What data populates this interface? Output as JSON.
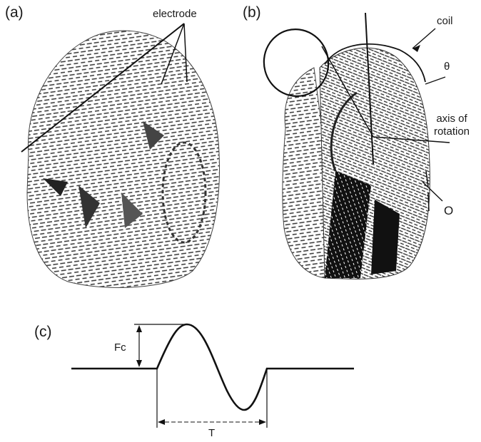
{
  "figure": {
    "panels": {
      "a": {
        "label": "(a)",
        "electrode_label": "electrode"
      },
      "b": {
        "label": "(b)",
        "coil_label": "coil",
        "theta_label": "θ",
        "axis_label": "axis of rotation",
        "origin_label": "O"
      },
      "c": {
        "label": "(c)",
        "amplitude_label": "Fc",
        "period_label": "T"
      }
    }
  }
}
